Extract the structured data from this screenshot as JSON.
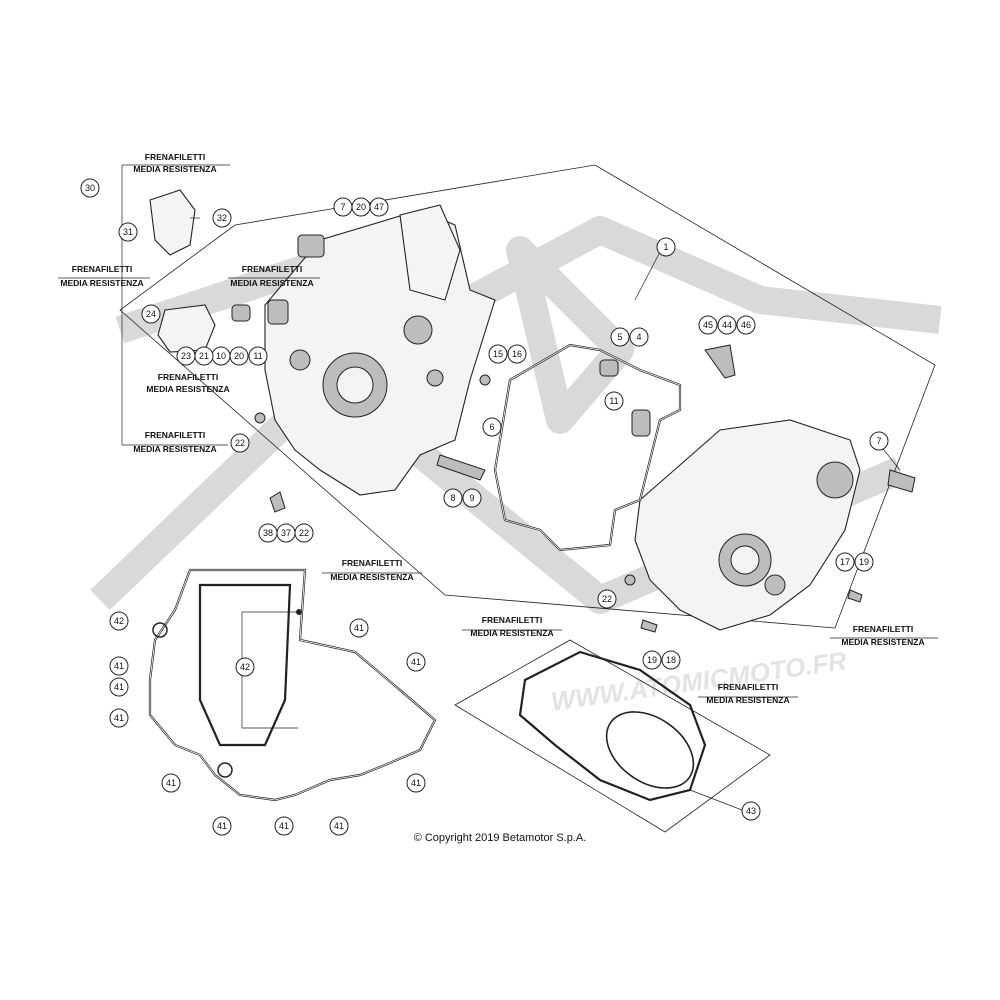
{
  "notes": {
    "line1": "FRENAFILETTI",
    "line2": "MEDIA RESISTENZA"
  },
  "callouts": [
    "1",
    "4",
    "5",
    "6",
    "7",
    "7",
    "8",
    "9",
    "10",
    "11",
    "11",
    "15",
    "16",
    "17",
    "18",
    "19",
    "19",
    "20",
    "20",
    "21",
    "22",
    "22",
    "22",
    "23",
    "24",
    "30",
    "31",
    "32",
    "37",
    "38",
    "41",
    "41",
    "41",
    "41",
    "41",
    "41",
    "41",
    "41",
    "41",
    "41",
    "41",
    "42",
    "42",
    "43",
    "44",
    "45",
    "46",
    "47"
  ],
  "copyright": "© Copyright 2019 Betamotor S.p.A.",
  "watermark": "WWW.ATOMICMOTO.FR",
  "colors": {
    "line": "#222222",
    "background": "#ffffff",
    "watermark": "#d9d9d9"
  }
}
